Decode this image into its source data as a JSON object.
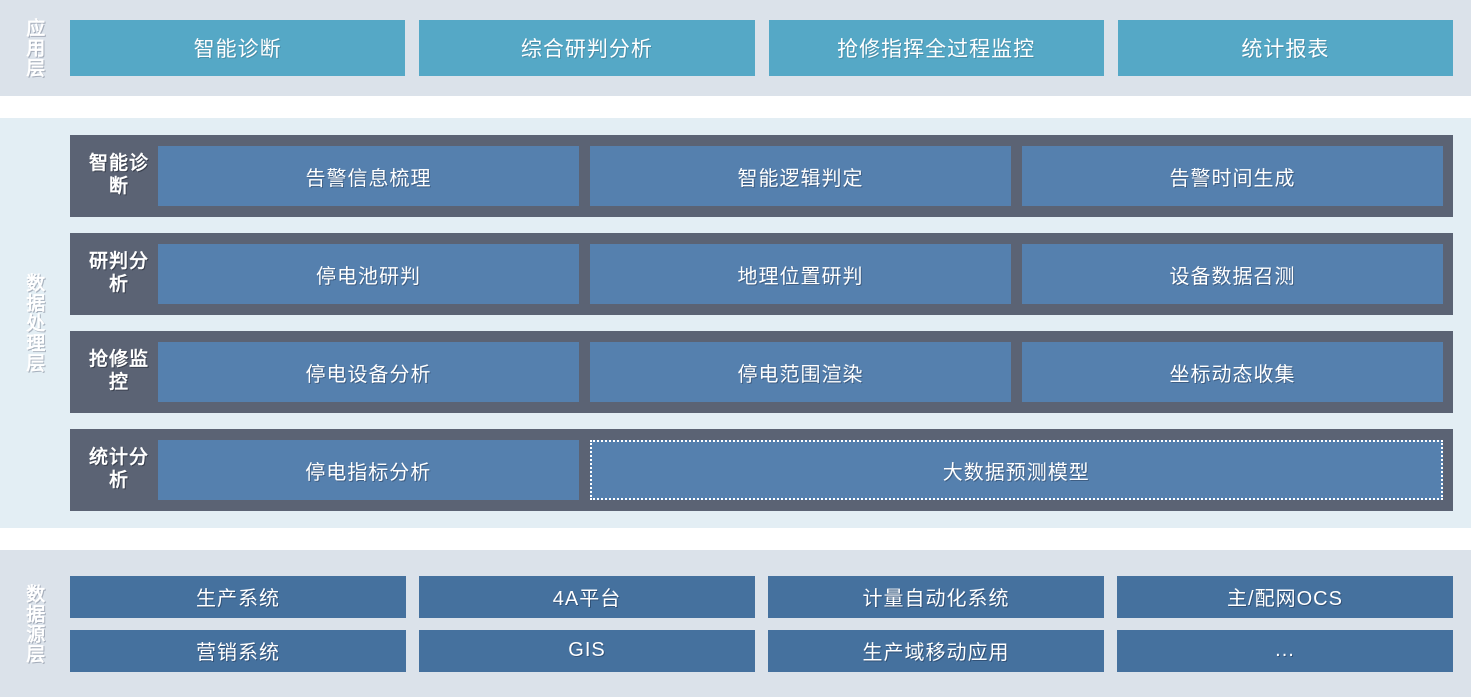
{
  "colors": {
    "page_background": "#ffffff",
    "application_section_bg": "#dbe2ea",
    "processing_section_bg": "#e3eef4",
    "source_section_bg": "#dbe2ea",
    "application_box": "#55a8c6",
    "processing_row": "#5b6374",
    "processing_cell": "#5580ae",
    "source_box": "#45719e",
    "text": "#ffffff"
  },
  "application_layer": {
    "label": "应用层",
    "boxes": [
      {
        "label": "智能诊断"
      },
      {
        "label": "综合研判分析"
      },
      {
        "label": "抢修指挥全过程监控"
      },
      {
        "label": "统计报表"
      }
    ]
  },
  "processing_layer": {
    "label": "数据处理层",
    "rows": [
      {
        "label": "智能诊断",
        "cells": [
          {
            "label": "告警信息梳理",
            "dashed": false
          },
          {
            "label": "智能逻辑判定",
            "dashed": false
          },
          {
            "label": "告警时间生成",
            "dashed": false
          }
        ]
      },
      {
        "label": "研判分析",
        "cells": [
          {
            "label": "停电池研判",
            "dashed": false
          },
          {
            "label": "地理位置研判",
            "dashed": false
          },
          {
            "label": "设备数据召测",
            "dashed": false
          }
        ]
      },
      {
        "label": "抢修监控",
        "cells": [
          {
            "label": "停电设备分析",
            "dashed": false
          },
          {
            "label": "停电范围渲染",
            "dashed": false
          },
          {
            "label": "坐标动态收集",
            "dashed": false
          }
        ]
      },
      {
        "label": "统计分析",
        "cells": [
          {
            "label": "停电指标分析",
            "dashed": false
          },
          {
            "label": "大数据预测模型",
            "dashed": true
          }
        ]
      }
    ]
  },
  "source_layer": {
    "label": "数据源层",
    "rows": [
      [
        {
          "label": "生产系统"
        },
        {
          "label": "4A平台"
        },
        {
          "label": "计量自动化系统"
        },
        {
          "label": "主/配网OCS"
        }
      ],
      [
        {
          "label": "营销系统"
        },
        {
          "label": "GIS"
        },
        {
          "label": "生产域移动应用"
        },
        {
          "label": "..."
        }
      ]
    ]
  }
}
